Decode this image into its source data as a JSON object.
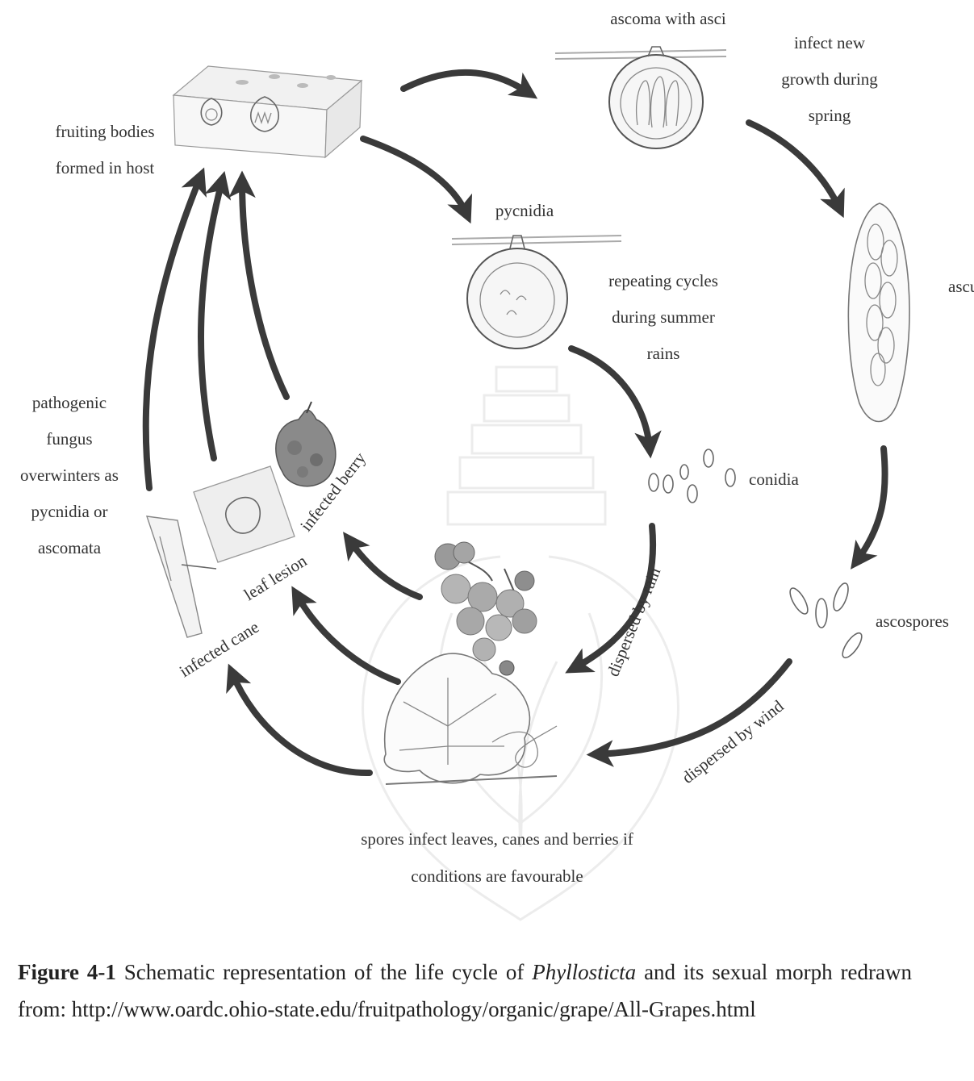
{
  "diagram": {
    "labels": {
      "ascoma": "ascoma with asci",
      "infect_new_1": "infect new",
      "infect_new_2": "growth during",
      "infect_new_3": "spring",
      "fruiting_1": "fruiting bodies",
      "fruiting_2": "formed in host",
      "pycnidia": "pycnidia",
      "repeating_1": "repeating cycles",
      "repeating_2": "during summer",
      "repeating_3": "rains",
      "ascus": "ascus",
      "conidia": "conidia",
      "pathogenic_1": "pathogenic",
      "pathogenic_2": "fungus",
      "pathogenic_3": "overwinters as",
      "pathogenic_4": "pycnidia or",
      "pathogenic_5": "ascomata",
      "infected_berry": "infected berry",
      "leaf_lesion": "leaf lesion",
      "infected_cane": "infected cane",
      "dispersed_rain": "dispersed by rain",
      "ascospores": "ascospores",
      "dispersed_wind": "dispersed by wind",
      "spores_1": "spores infect leaves, canes and berries if",
      "spores_2": "conditions are favourable"
    }
  },
  "caption": {
    "label": "Figure 4-1",
    "text_1": " Schematic representation of the life cycle of ",
    "genus": "Phyllosticta",
    "text_2": " and its sexual morph redrawn from: http://www.oardc.ohio-state.edu/fruitpathology/organic/grape/All-Grapes.html"
  }
}
